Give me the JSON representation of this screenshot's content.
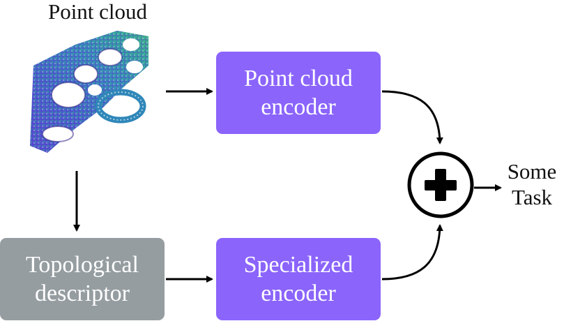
{
  "diagram": {
    "point_cloud_label": "Point cloud",
    "point_cloud_encoder": {
      "line1": "Point cloud",
      "line2": "encoder"
    },
    "topological_descriptor": {
      "line1": "Topological",
      "line2": "descriptor"
    },
    "specialized_encoder": {
      "line1": "Specialized",
      "line2": "encoder"
    },
    "output": {
      "line1": "Some",
      "line2": "Task"
    },
    "combine_symbol": "plus",
    "colors": {
      "encoder_box": "#8a64fb",
      "descriptor_box": "#959da1",
      "arrow": "#000000",
      "cloud_gradient": [
        "#5b2bd3",
        "#3f4ec6",
        "#2f86b8",
        "#28b08a",
        "#3fd060"
      ]
    }
  }
}
